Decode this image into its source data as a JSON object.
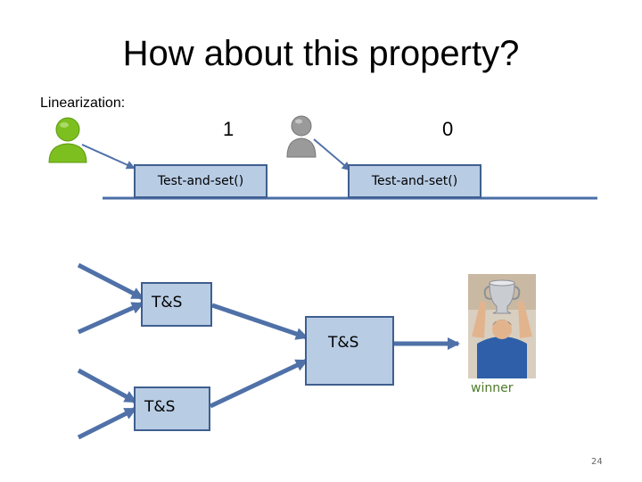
{
  "slide": {
    "title": "How about this property?",
    "linearization_label": "Linearization:",
    "page_number": "24"
  },
  "linearization": {
    "operations": [
      {
        "label": "Test-and-set()",
        "return_value": "1",
        "user_color": "#7cbf1f"
      },
      {
        "label": "Test-and-set()",
        "return_value": "0",
        "user_color": "#9a9a9a"
      }
    ]
  },
  "tournament": {
    "node_label": "T&S",
    "winner_label": "winner"
  },
  "colors": {
    "box_fill": "#b8cce4",
    "box_border": "#3f5f8f",
    "arrow": "#4f71a8",
    "timeline": "#4a6ea6",
    "winner_text": "#4e7a2a"
  }
}
